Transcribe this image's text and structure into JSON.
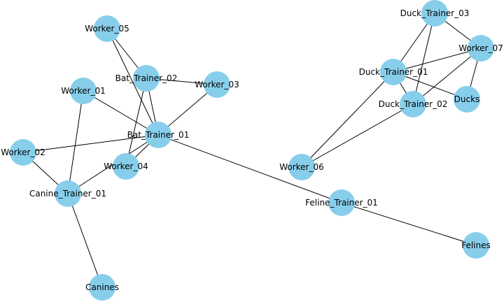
{
  "style": {
    "node_color": "#87CEEB",
    "edge_color": "#000000",
    "label_color": "#000000",
    "background": "#FFFFFF"
  },
  "graph": {
    "nodes": [
      {
        "id": "Worker_05",
        "label": "Worker_05"
      },
      {
        "id": "Bat_Trainer_02",
        "label": "Bat_Trainer_02"
      },
      {
        "id": "Worker_03",
        "label": "Worker_03"
      },
      {
        "id": "Worker_01",
        "label": "Worker_01"
      },
      {
        "id": "Bat_Trainer_01",
        "label": "Bat_Trainer_01"
      },
      {
        "id": "Worker_02",
        "label": "Worker_02"
      },
      {
        "id": "Worker_04",
        "label": "Worker_04"
      },
      {
        "id": "Canine_Trainer_01",
        "label": "Canine_Trainer_01"
      },
      {
        "id": "Canines",
        "label": "Canines"
      },
      {
        "id": "Duck_Trainer_03",
        "label": "Duck_Trainer_03"
      },
      {
        "id": "Worker_07",
        "label": "Worker_07"
      },
      {
        "id": "Duck_Trainer_01",
        "label": "Duck_Trainer_01"
      },
      {
        "id": "Ducks",
        "label": "Ducks"
      },
      {
        "id": "Duck_Trainer_02",
        "label": "Duck_Trainer_02"
      },
      {
        "id": "Worker_06",
        "label": "Worker_06"
      },
      {
        "id": "Feline_Trainer_01",
        "label": "Feline_Trainer_01"
      },
      {
        "id": "Felines",
        "label": "Felines"
      }
    ],
    "edges": [
      [
        "Worker_05",
        "Bat_Trainer_02"
      ],
      [
        "Worker_05",
        "Bat_Trainer_01"
      ],
      [
        "Bat_Trainer_02",
        "Worker_03"
      ],
      [
        "Bat_Trainer_02",
        "Bat_Trainer_01"
      ],
      [
        "Bat_Trainer_02",
        "Worker_04"
      ],
      [
        "Worker_03",
        "Bat_Trainer_01"
      ],
      [
        "Worker_01",
        "Bat_Trainer_01"
      ],
      [
        "Worker_01",
        "Canine_Trainer_01"
      ],
      [
        "Worker_02",
        "Bat_Trainer_01"
      ],
      [
        "Worker_02",
        "Canine_Trainer_01"
      ],
      [
        "Bat_Trainer_01",
        "Worker_04"
      ],
      [
        "Bat_Trainer_01",
        "Canine_Trainer_01"
      ],
      [
        "Bat_Trainer_01",
        "Feline_Trainer_01"
      ],
      [
        "Canine_Trainer_01",
        "Canines"
      ],
      [
        "Feline_Trainer_01",
        "Felines"
      ],
      [
        "Duck_Trainer_03",
        "Worker_07"
      ],
      [
        "Duck_Trainer_03",
        "Duck_Trainer_01"
      ],
      [
        "Duck_Trainer_03",
        "Duck_Trainer_02"
      ],
      [
        "Worker_07",
        "Duck_Trainer_01"
      ],
      [
        "Worker_07",
        "Duck_Trainer_02"
      ],
      [
        "Worker_07",
        "Ducks"
      ],
      [
        "Duck_Trainer_01",
        "Ducks"
      ],
      [
        "Duck_Trainer_01",
        "Duck_Trainer_02"
      ],
      [
        "Duck_Trainer_01",
        "Worker_06"
      ],
      [
        "Duck_Trainer_02",
        "Worker_06"
      ]
    ]
  }
}
